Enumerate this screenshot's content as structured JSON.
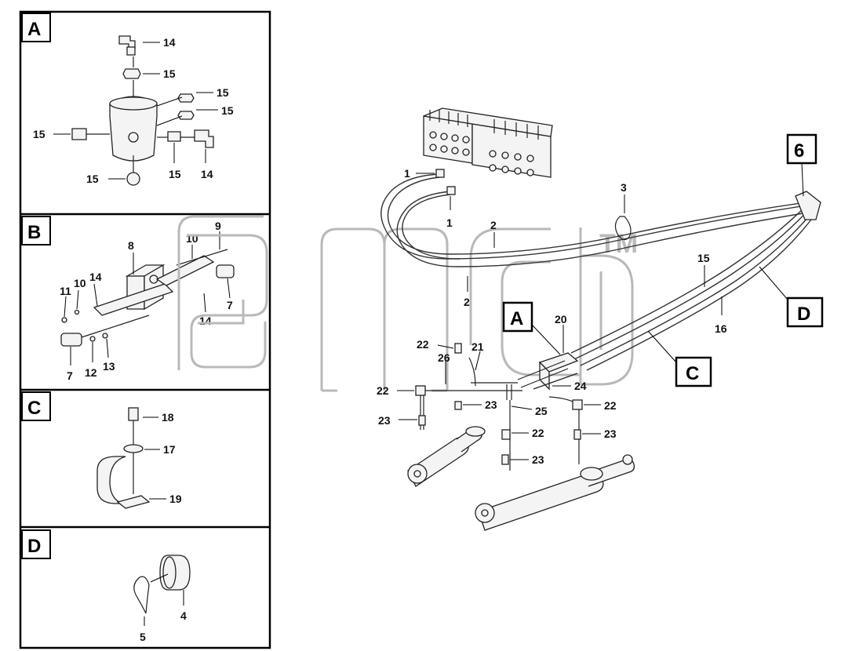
{
  "panels": [
    {
      "letter": "A"
    },
    {
      "letter": "B"
    },
    {
      "letter": "C"
    },
    {
      "letter": "D"
    }
  ],
  "callouts": {
    "panel_a": [
      "14",
      "15",
      "15",
      "15",
      "15",
      "15",
      "15",
      "14"
    ],
    "panel_b": [
      "9",
      "10",
      "8",
      "14",
      "11",
      "10",
      "7",
      "14",
      "7",
      "12",
      "13"
    ],
    "panel_c": [
      "18",
      "17",
      "19"
    ],
    "panel_d": [
      "4",
      "5"
    ],
    "main": [
      "1",
      "1",
      "2",
      "2",
      "3",
      "15",
      "16",
      "20",
      "21",
      "22",
      "26",
      "22",
      "23",
      "23",
      "24",
      "25",
      "22",
      "22",
      "23",
      "23"
    ]
  },
  "main_boxes": [
    "6",
    "A",
    "C",
    "D"
  ],
  "watermark": {
    "text": "TM"
  },
  "colors": {
    "line": "#222222",
    "watermark": "#b9b9b9",
    "background": "#ffffff"
  }
}
